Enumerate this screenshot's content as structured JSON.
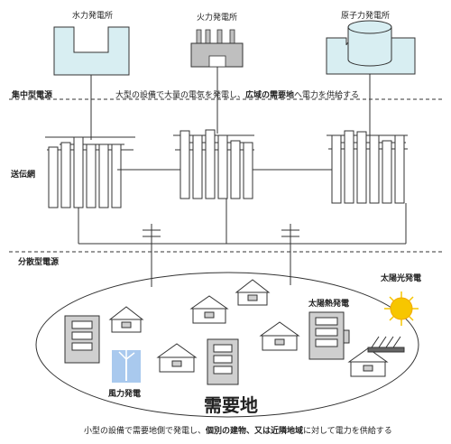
{
  "diagram": {
    "plants": {
      "hydro": "水力発電所",
      "thermal": "火力発電所",
      "nuclear": "原子力発電所"
    },
    "centralized": {
      "label": "集中型電源",
      "description_prefix": "大型の設備で大量の電気を発電し、",
      "description_bold": "広域の需要地",
      "description_suffix": "へ電力を供給する"
    },
    "grid_label": "送伝網",
    "distributed": {
      "label": "分散型電源",
      "solar_pv": "太陽光発電",
      "solar_thermal": "太陽熱発電",
      "wind": "風力発電",
      "demand_area": "需要地",
      "description_prefix": "小型の設備で需要地側で発電し、",
      "description_bold": "個別の建物、又は近隣地域",
      "description_suffix": "に対して電力を供給する"
    },
    "colors": {
      "plant_fill": "#d8eef2",
      "thermal_fill": "#bfbfbf",
      "line": "#333333",
      "sun": "#f7c600",
      "wind_turbine": "#a9c9ee"
    }
  }
}
